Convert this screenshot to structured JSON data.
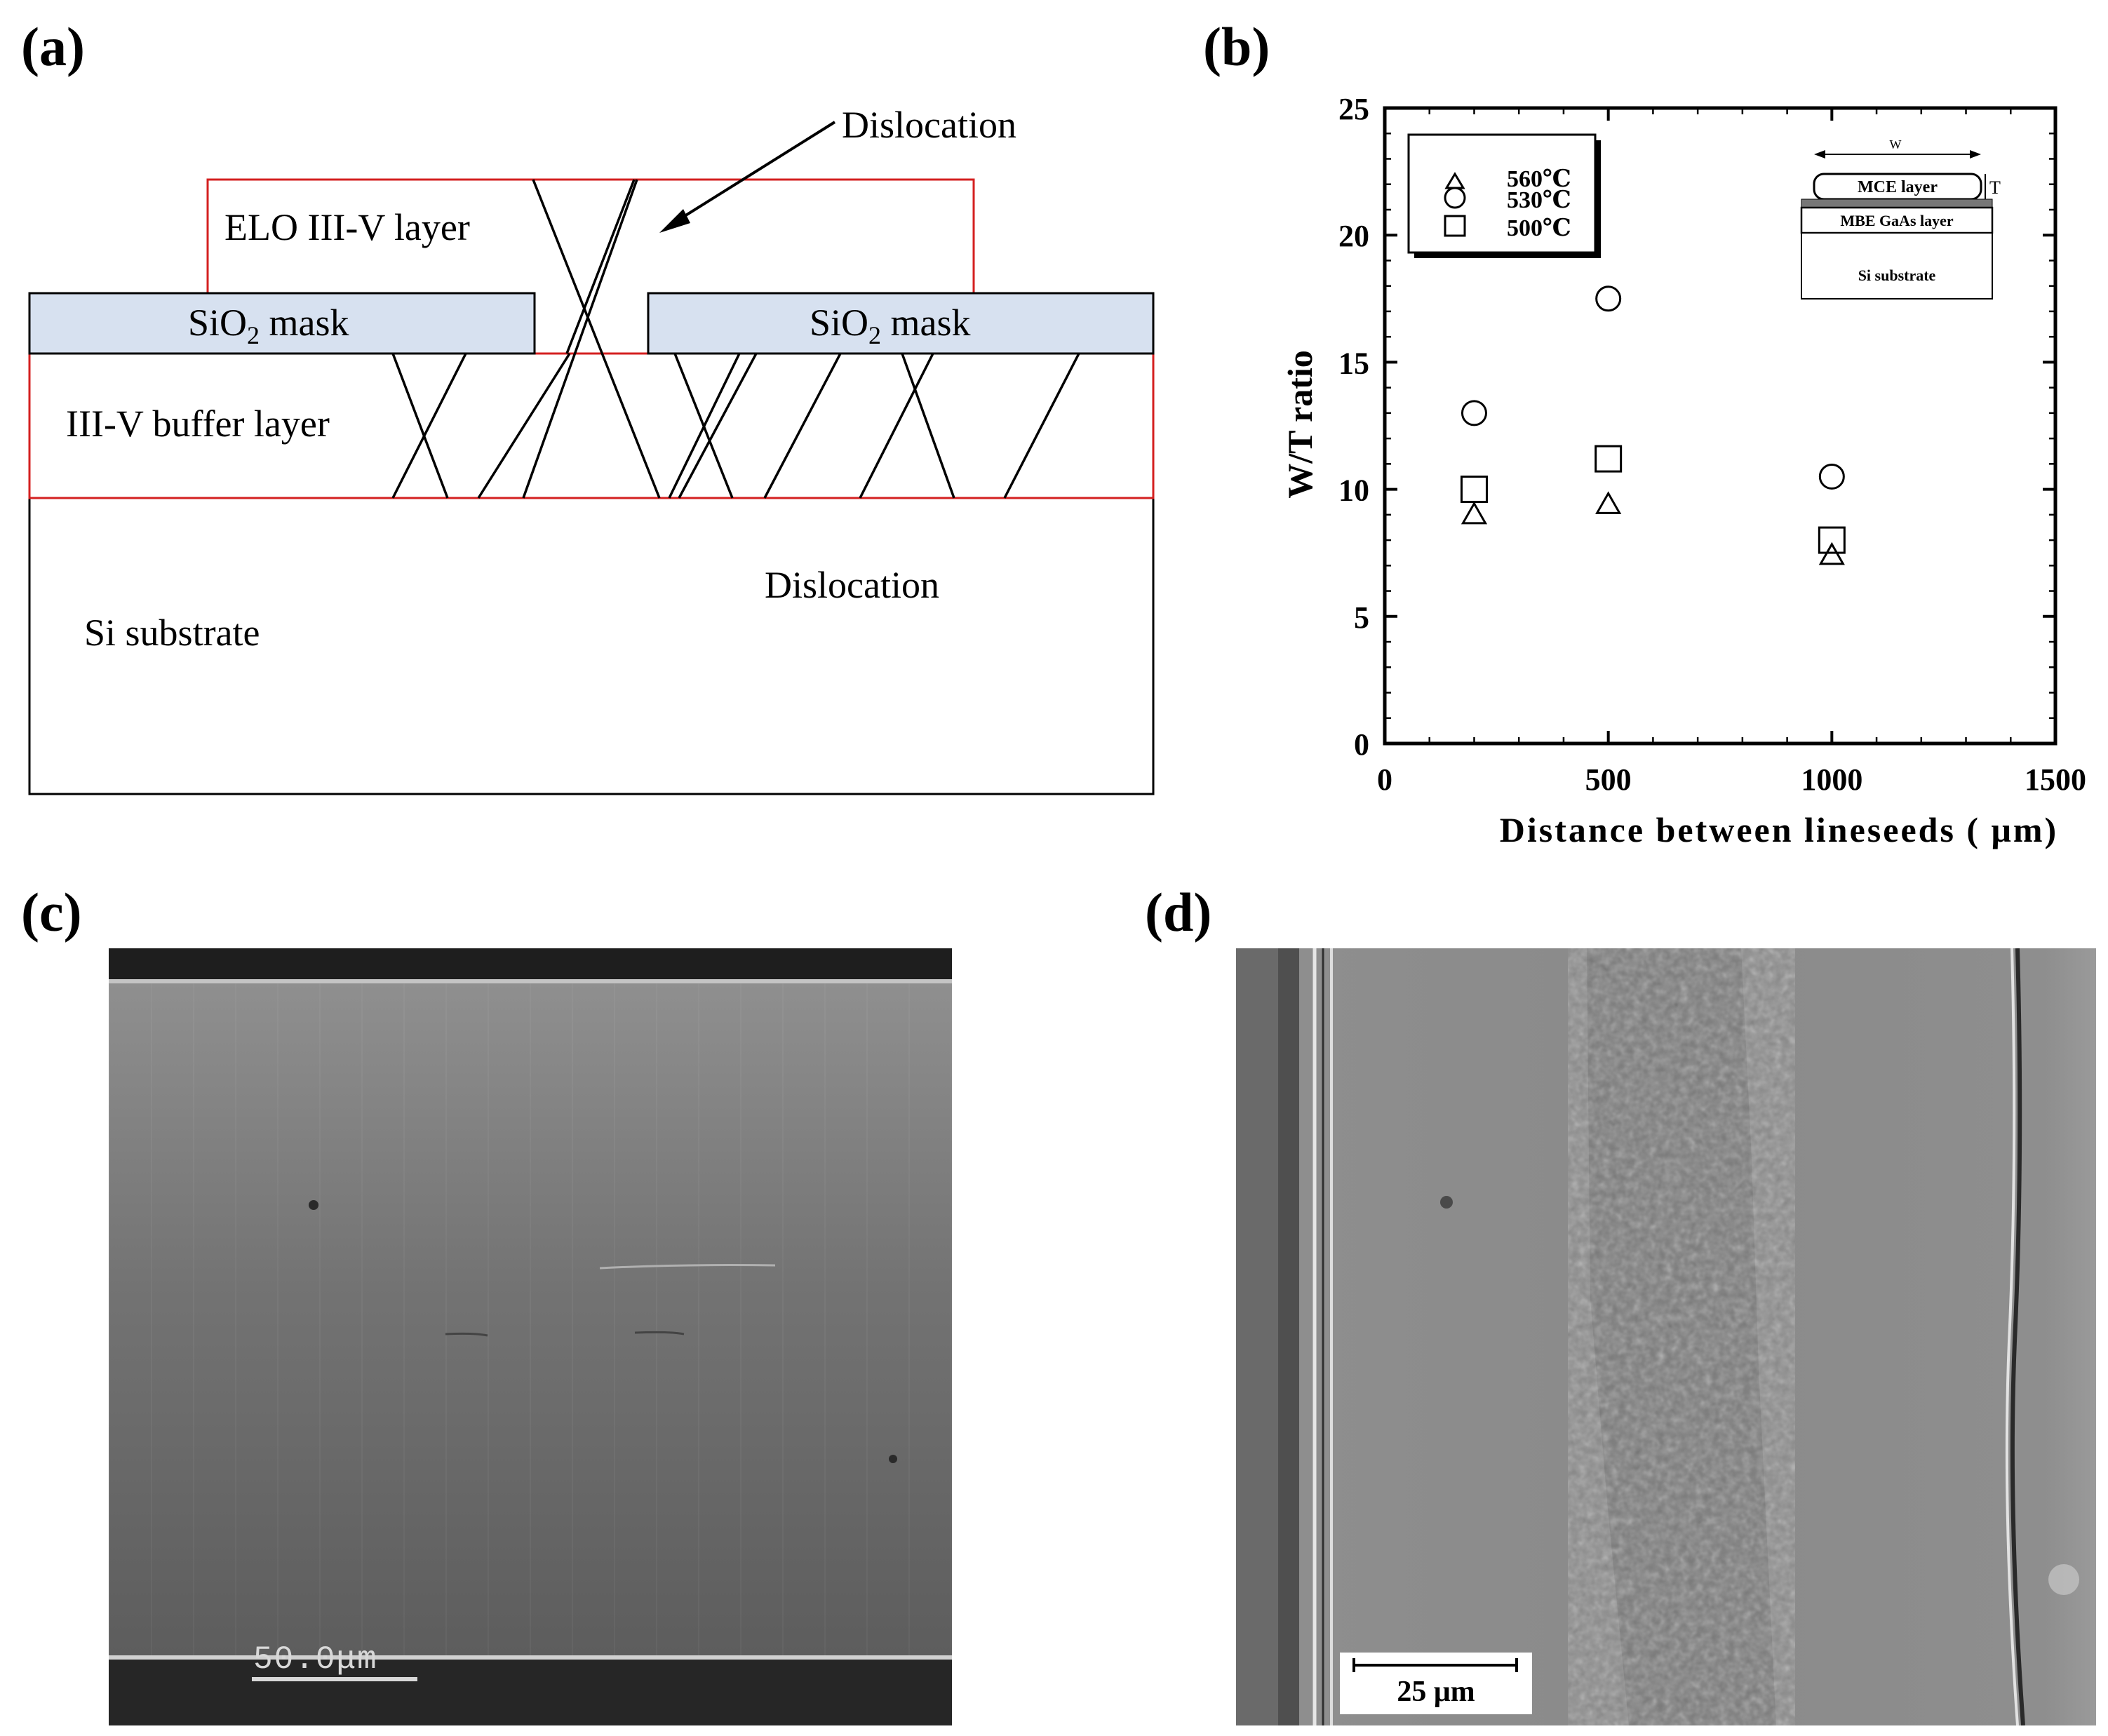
{
  "figure": {
    "panel_labels": [
      "(a)",
      "(b)",
      "(c)",
      "(d)"
    ]
  },
  "diagram_a": {
    "layer_elo": "ELO III-V layer",
    "mask_left_prefix": "SiO",
    "mask_left_sub": "2",
    "mask_left_suffix": " mask",
    "mask_right_prefix": "SiO",
    "mask_right_sub": "2",
    "mask_right_suffix": " mask",
    "layer_buffer": "III-V buffer layer",
    "layer_substrate": "Si substrate",
    "label_dislocation_top": "Dislocation",
    "label_dislocation_mid": "Dislocation",
    "colors": {
      "outline_red": "#d42020",
      "mask_fill": "#d7e1f0"
    }
  },
  "chart_data": {
    "type": "scatter",
    "xlabel": "Distance between lineseeds ( μm)",
    "ylabel": "W/T ratio",
    "xlim": [
      0,
      1500
    ],
    "ylim": [
      0,
      25
    ],
    "x_ticks": [
      "0",
      "500",
      "1000",
      "1500"
    ],
    "y_ticks": [
      "0",
      "5",
      "10",
      "15",
      "20",
      "25"
    ],
    "legend_position": "top-left",
    "series": [
      {
        "name": "560℃",
        "marker": "triangle",
        "points": [
          [
            200,
            9.0
          ],
          [
            500,
            9.4
          ],
          [
            1000,
            7.4
          ]
        ]
      },
      {
        "name": "530℃",
        "marker": "circle",
        "points": [
          [
            200,
            13.0
          ],
          [
            500,
            17.5
          ],
          [
            1000,
            10.5
          ]
        ]
      },
      {
        "name": "500℃",
        "marker": "square",
        "points": [
          [
            200,
            10.0
          ],
          [
            500,
            11.2
          ],
          [
            1000,
            8.0
          ]
        ]
      }
    ],
    "inset": {
      "width_label": "W",
      "thickness_label": "T",
      "layer_top": "MCE layer",
      "layer_mid": "MBE GaAs layer",
      "layer_bottom": "Si substrate"
    }
  },
  "micrograph_c": {
    "scale_bar": "50.0μm"
  },
  "micrograph_d": {
    "scale_bar": "25 μm"
  }
}
